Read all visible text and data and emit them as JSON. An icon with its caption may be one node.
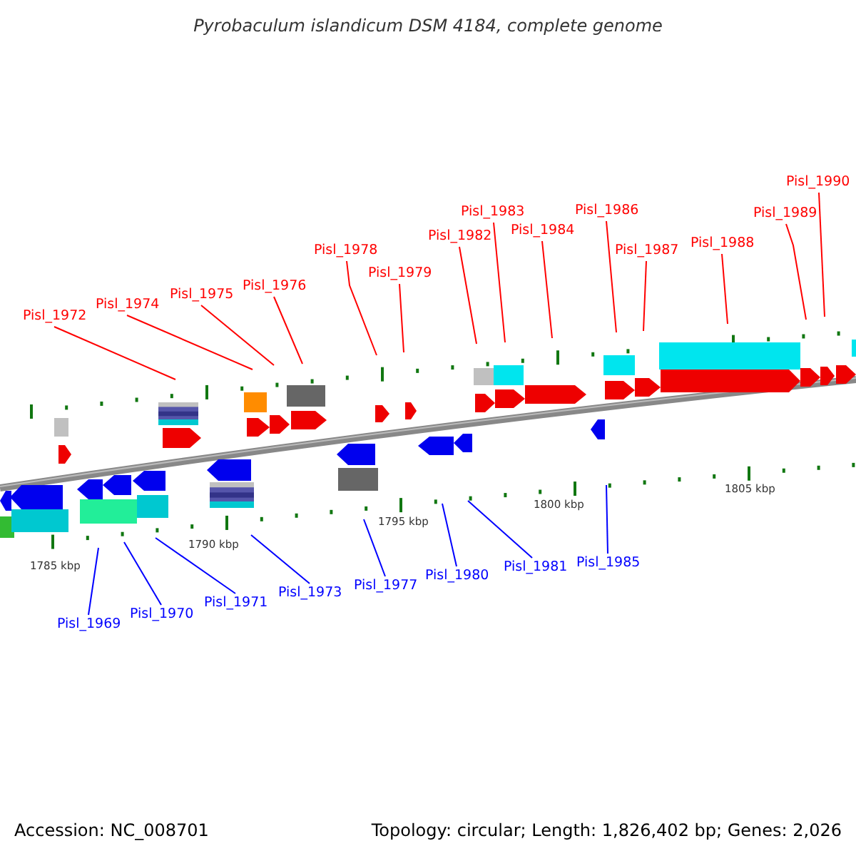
{
  "diagram": {
    "title": "Pyrobaculum islandicum DSM 4184, complete genome",
    "nodes": [
      {
        "text": [
          "Pisl_1972"
        ]
      },
      {
        "text": [
          "Pisl_1974"
        ]
      },
      {
        "text": [
          "Pisl_1975"
        ]
      },
      {
        "text": [
          "Pisl_1976"
        ]
      },
      {
        "text": [
          "Pisl_1978"
        ]
      },
      {
        "text": [
          "Pisl_1979"
        ]
      },
      {
        "text": [
          "Pisl_1982"
        ]
      },
      {
        "text": [
          "Pisl_1983"
        ]
      },
      {
        "text": [
          "Pisl_1984"
        ]
      },
      {
        "text": [
          "Pisl_1986"
        ]
      },
      {
        "text": [
          "Pisl_1987"
        ]
      },
      {
        "text": [
          "Pisl_1988"
        ]
      },
      {
        "text": [
          "Pisl_1989"
        ]
      },
      {
        "text": [
          "Pisl_1990"
        ]
      },
      {
        "text": [
          "Pisl_1969"
        ]
      },
      {
        "text": [
          "Pisl_1970"
        ]
      },
      {
        "text": [
          "Pisl_1971"
        ]
      },
      {
        "text": [
          "Pisl_1973"
        ]
      },
      {
        "text": [
          "Pisl_1977"
        ]
      },
      {
        "text": [
          "Pisl_1980"
        ]
      },
      {
        "text": [
          "Pisl_1981"
        ]
      },
      {
        "text": [
          "Pisl_1985"
        ]
      }
    ],
    "edges": [
      {
        "from": 0,
        "to": null,
        "arrow": "none"
      },
      {
        "from": 1,
        "to": null,
        "arrow": "none"
      },
      {
        "from": 2,
        "to": null,
        "arrow": "none"
      },
      {
        "from": 3,
        "to": null,
        "arrow": "none"
      },
      {
        "from": 4,
        "to": null,
        "arrow": "none"
      },
      {
        "from": 5,
        "to": null,
        "arrow": "none"
      },
      {
        "from": 6,
        "to": null,
        "arrow": "none"
      },
      {
        "from": 7,
        "to": null,
        "arrow": "none"
      },
      {
        "from": 8,
        "to": null,
        "arrow": "none"
      },
      {
        "from": 9,
        "to": null,
        "arrow": "none"
      },
      {
        "from": 10,
        "to": null,
        "arrow": "none"
      },
      {
        "from": 11,
        "to": null,
        "arrow": "none"
      },
      {
        "from": 12,
        "to": null,
        "arrow": "none"
      },
      {
        "from": 13,
        "to": null,
        "arrow": "none"
      },
      {
        "from": 14,
        "to": null,
        "arrow": "none",
        "color": "#0000ff"
      },
      {
        "from": 15,
        "to": null,
        "arrow": "none",
        "color": "#0000ff"
      },
      {
        "from": 16,
        "to": null,
        "arrow": "none",
        "color": "#0000ff"
      },
      {
        "from": 17,
        "to": null,
        "arrow": "none",
        "color": "#0000ff"
      },
      {
        "from": 18,
        "to": null,
        "arrow": "none",
        "color": "#0000ff"
      },
      {
        "from": 19,
        "to": null,
        "arrow": "none",
        "color": "#0000ff"
      },
      {
        "from": 20,
        "to": null,
        "arrow": "none",
        "color": "#0000ff"
      },
      {
        "from": 21,
        "to": null,
        "arrow": "none",
        "color": "#0000ff"
      }
    ],
    "labels": [
      "1785 kbp",
      "1790 kbp",
      "1795 kbp",
      "1800 kbp",
      "1805 kbp",
      "Accession: NC_008701",
      "Topology: circular; Length: 1,826,402 bp; Genes: 2,026"
    ]
  }
}
